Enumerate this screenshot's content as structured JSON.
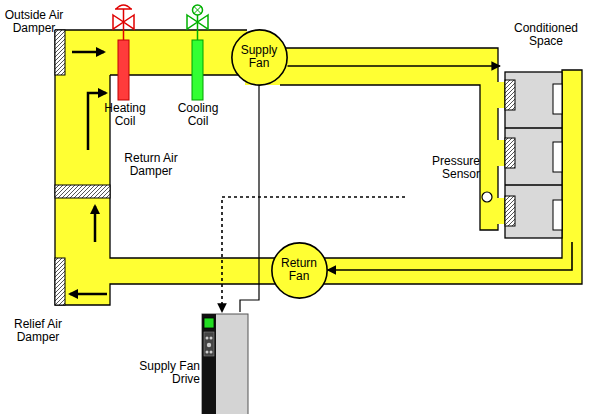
{
  "diagram": {
    "nodes": [
      {
        "text": [
          "Supply Fan"
        ]
      },
      {
        "text": [
          "Return Fan"
        ]
      },
      {
        "text": [
          "Conditioned Space"
        ]
      },
      {
        "text": [
          "Pressure Sensor"
        ]
      },
      {
        "text": [
          "Supply Fan Drive"
        ]
      }
    ],
    "edges": [
      {
        "from": 0,
        "to": 2,
        "arrow": "to"
      },
      {
        "from": 2,
        "to": 1,
        "arrow": "to"
      },
      {
        "from": 3,
        "to": 4,
        "arrow": "to"
      },
      {
        "from": 0,
        "to": 4,
        "arrow": "none"
      }
    ],
    "labels": [
      "Outside Air Damper",
      "Heating Coil",
      "Cooling Coil",
      "Return Air Damper",
      "Relief Air Damper"
    ]
  }
}
